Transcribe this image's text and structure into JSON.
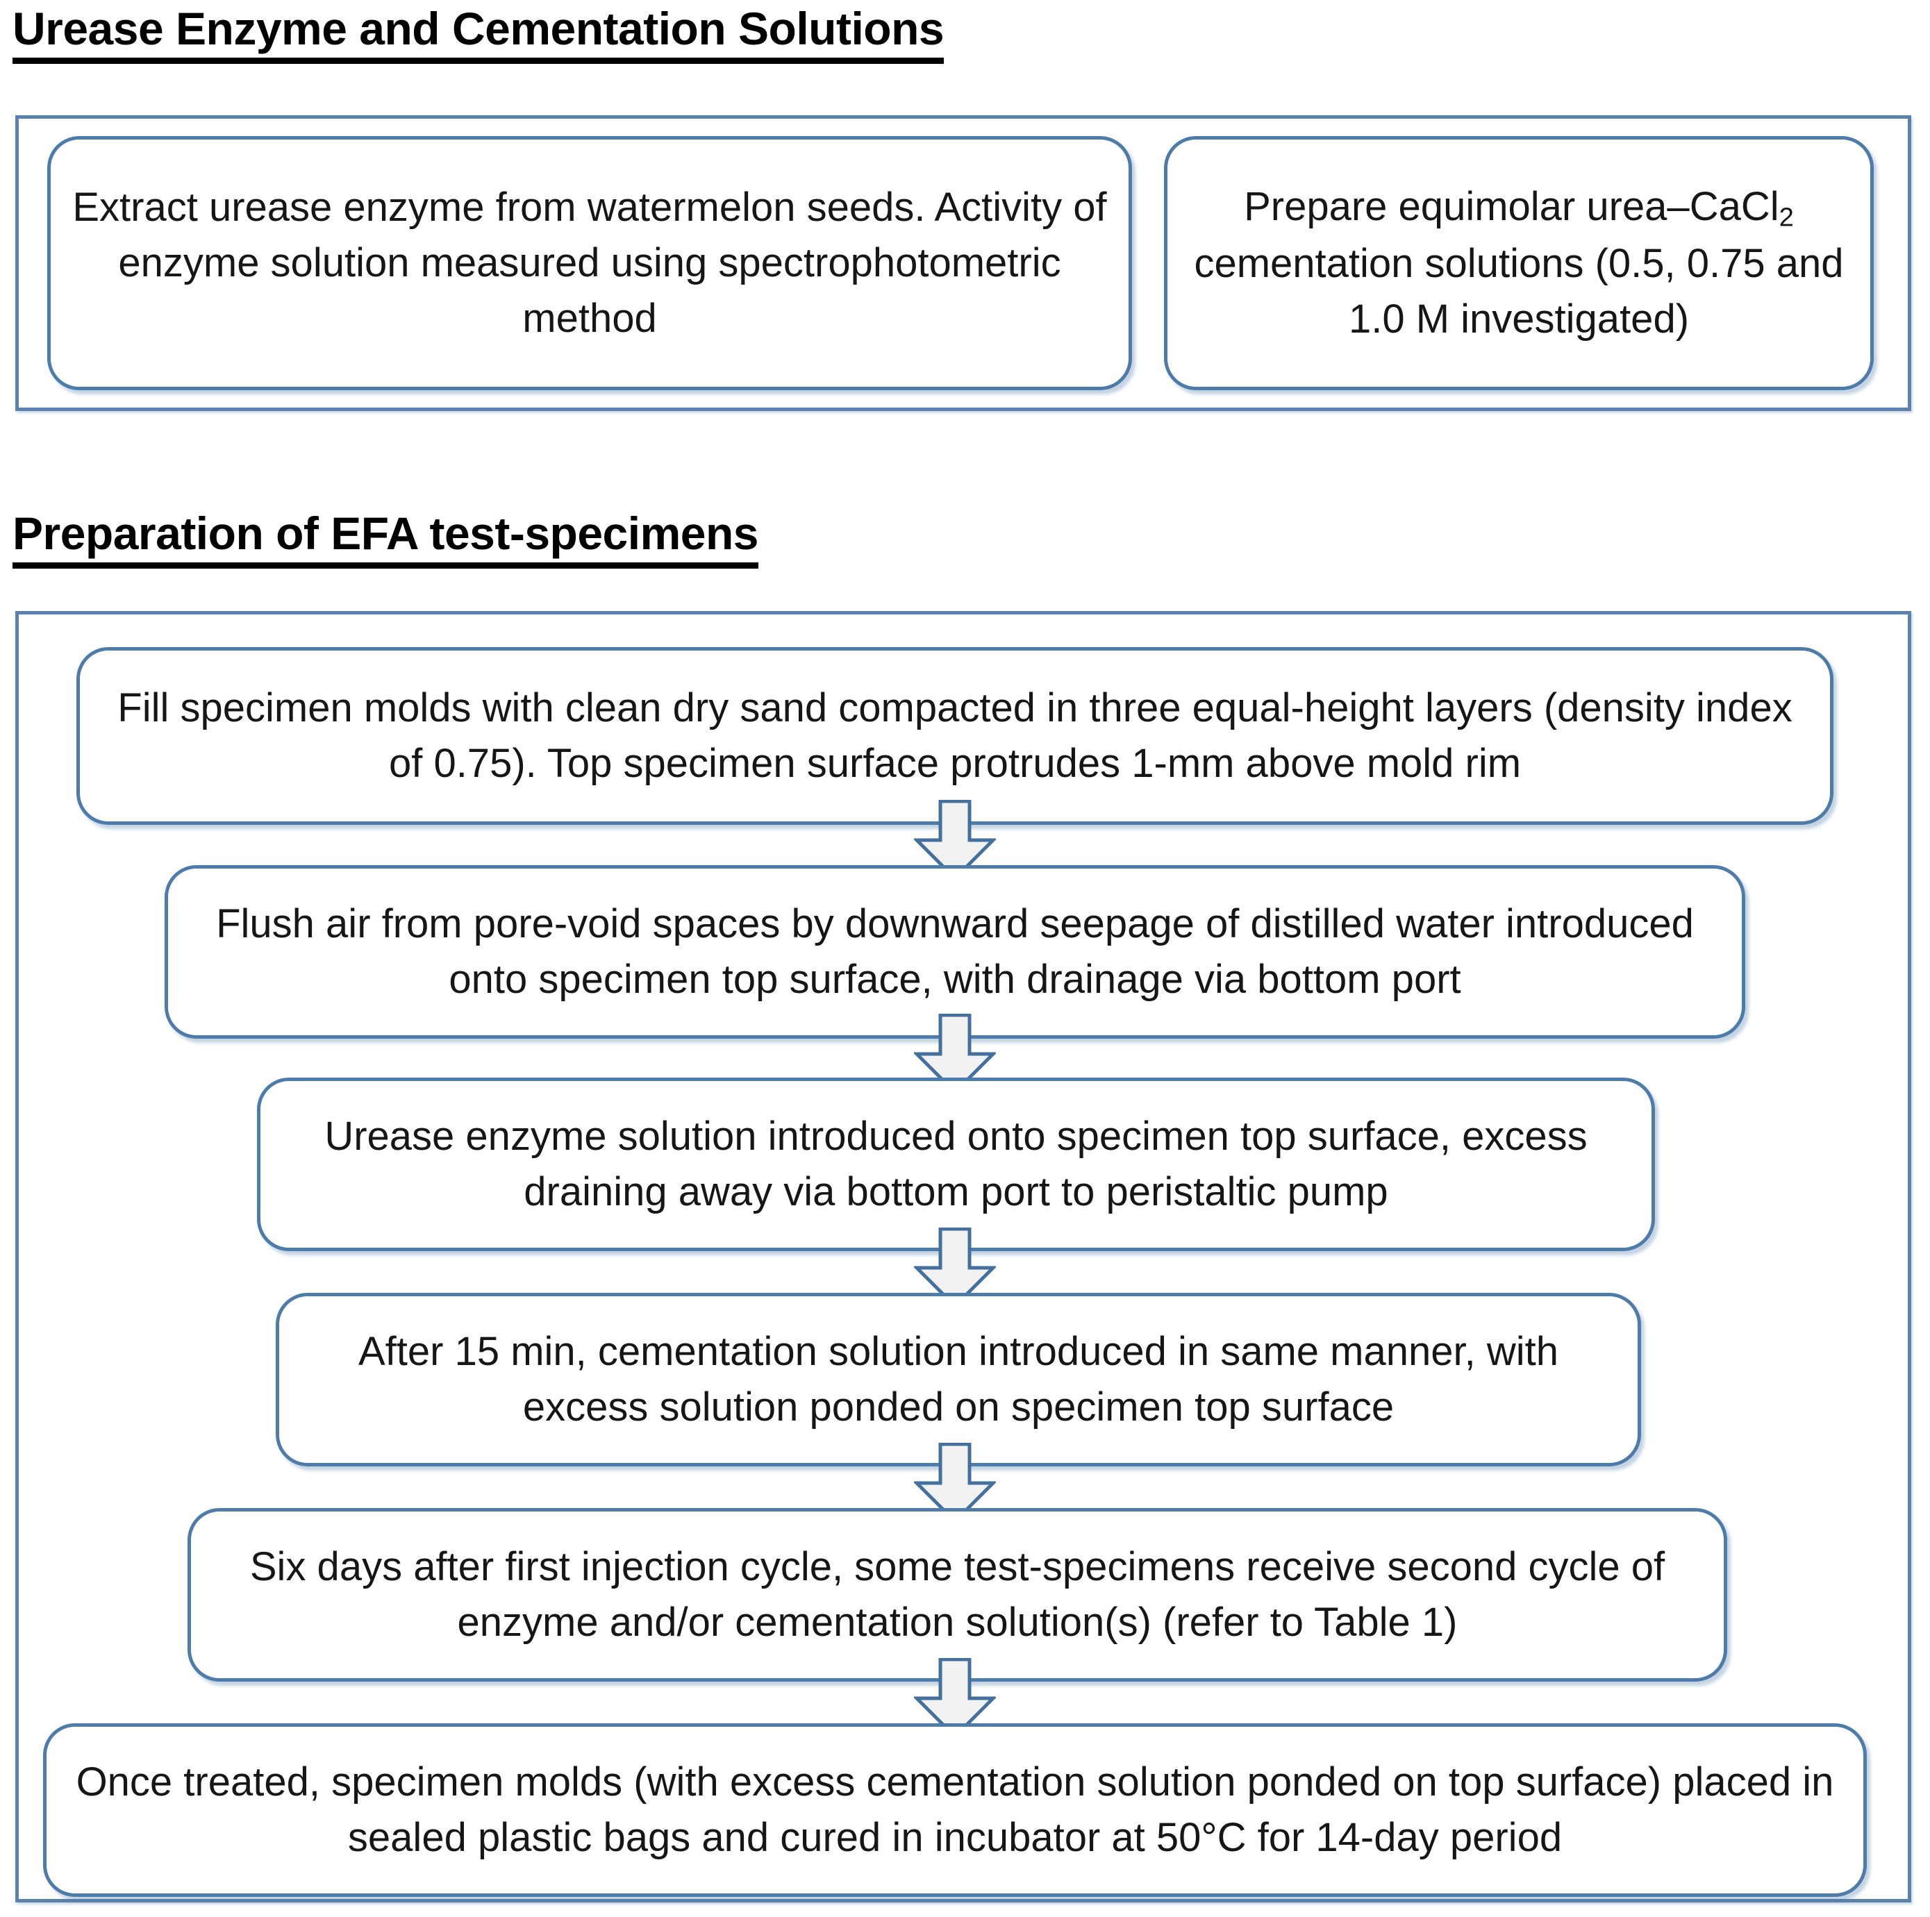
{
  "sections": [
    {
      "heading": "Urease Enzyme and Cementation Solutions",
      "boxes": [
        {
          "id": "extract",
          "text": "Extract urease enzyme from watermelon seeds. Activity of enzyme solution measured using spectrophotometric method"
        },
        {
          "id": "prepare",
          "text_before_sub": "Prepare equimolar urea–CaCl",
          "subscript": "2",
          "text_after_sub": " cementation solutions (0.5, 0.75 and 1.0 M investigated)"
        }
      ]
    },
    {
      "heading": "Preparation of EFA test-specimens",
      "steps": [
        {
          "id": "fill",
          "step_number": 1,
          "text": "Fill specimen molds with clean dry sand compacted in three equal-height layers (density index of 0.75). Top specimen surface protrudes 1-mm above mold rim"
        },
        {
          "id": "flush",
          "step_number": 2,
          "text": "Flush air from pore-void spaces by downward seepage of distilled water introduced onto specimen top surface, with drainage via bottom port"
        },
        {
          "id": "urease",
          "step_number": 3,
          "text": "Urease enzyme solution introduced onto specimen top surface, excess draining away via bottom port to peristaltic pump"
        },
        {
          "id": "after15",
          "step_number": 4,
          "text": "After 15 min, cementation solution introduced in same manner, with excess solution ponded on specimen top surface"
        },
        {
          "id": "sixdays",
          "step_number": 5,
          "text": "Six days after first injection cycle, some test-specimens receive second cycle of enzyme and/or cementation solution(s) (refer to Table 1)"
        },
        {
          "id": "oncetreated",
          "step_number": 6,
          "text": "Once treated, specimen molds (with excess cementation solution ponded on top surface) placed in sealed plastic bags and cured in incubator at 50°C for 14-day period"
        }
      ],
      "connectors": [
        {
          "id": "arrow-1",
          "icon": "down-arrow-icon",
          "from": "fill",
          "to": "flush"
        },
        {
          "id": "arrow-2",
          "icon": "down-arrow-icon",
          "from": "flush",
          "to": "urease"
        },
        {
          "id": "arrow-3",
          "icon": "down-arrow-icon",
          "from": "urease",
          "to": "after15"
        },
        {
          "id": "arrow-4",
          "icon": "down-arrow-icon",
          "from": "after15",
          "to": "sixdays"
        },
        {
          "id": "arrow-5",
          "icon": "down-arrow-icon",
          "from": "sixdays",
          "to": "oncetreated"
        }
      ]
    }
  ],
  "colors": {
    "box_border": "#4D7CAB",
    "container_border": "#5A82AD",
    "arrow_fill": "#F2F2F2",
    "arrow_stroke": "#44709D",
    "text": "#161616",
    "heading": "#000000",
    "background": "#FFFFFF"
  }
}
